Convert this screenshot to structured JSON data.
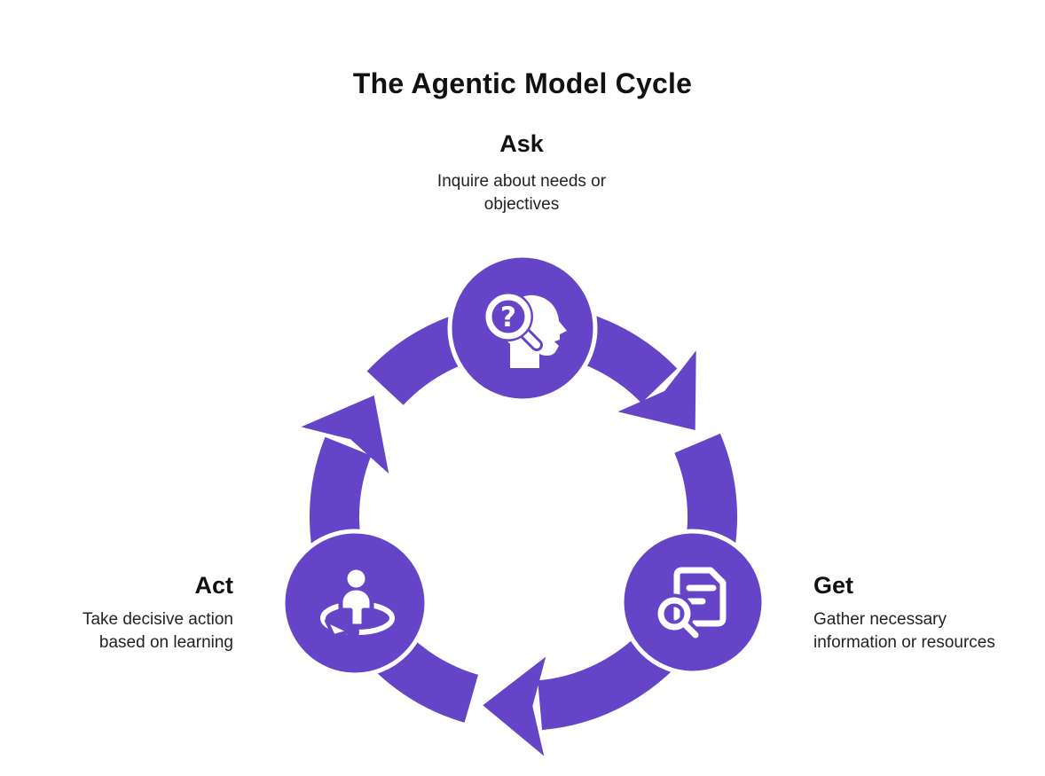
{
  "title": "The Agentic Model Cycle",
  "colors": {
    "accent": "#6644C8",
    "background": "#FFFFFF",
    "heading_text": "#111111",
    "body_text": "#222222",
    "icon_color": "#FFFFFF"
  },
  "cycle": {
    "direction": "clockwise",
    "order": [
      "Ask",
      "Get",
      "Act"
    ],
    "ask_icon_glyph": "?",
    "nodes": [
      {
        "id": "ask",
        "label": "Ask",
        "description": "Inquire about needs or objectives",
        "icon": "head-with-question-magnifier-icon",
        "position": "top"
      },
      {
        "id": "get",
        "label": "Get",
        "description": "Gather necessary information or resources",
        "icon": "document-search-icon",
        "position": "bottom-right"
      },
      {
        "id": "act",
        "label": "Act",
        "description": "Take decisive action based on learning",
        "icon": "person-rotation-icon",
        "position": "bottom-left"
      }
    ]
  }
}
